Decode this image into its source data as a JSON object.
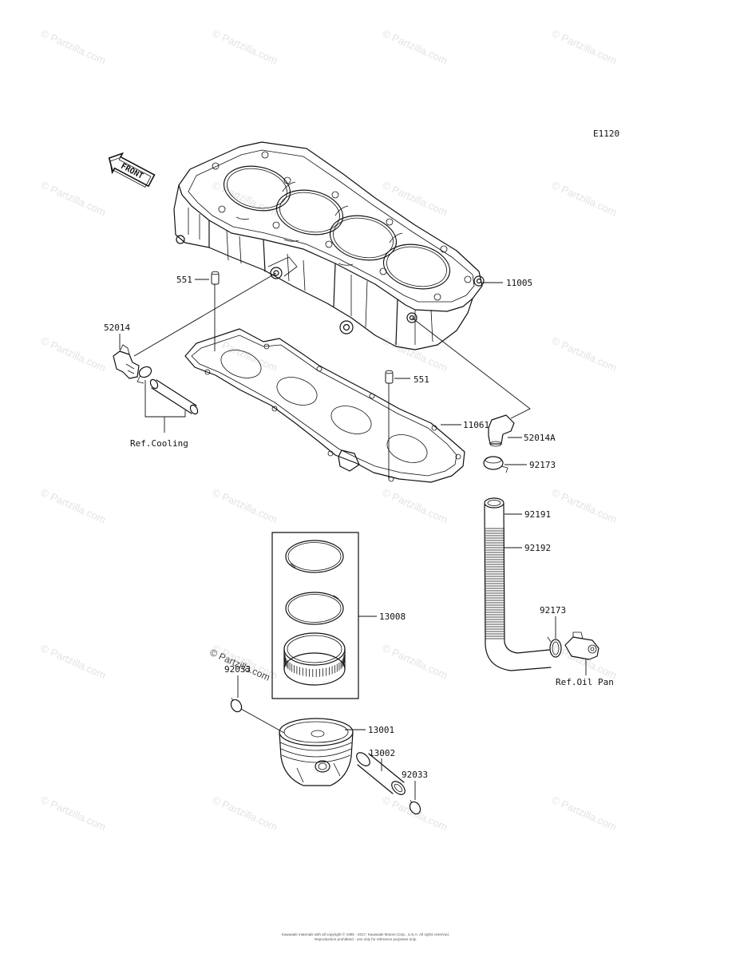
{
  "diagram_code": "E1120",
  "front_label": "FRONT",
  "watermark_text": "© Partzilla.com",
  "parts": [
    {
      "id": "p11005",
      "label": "11005"
    },
    {
      "id": "p551a",
      "label": "551"
    },
    {
      "id": "p551b",
      "label": "551"
    },
    {
      "id": "p52014",
      "label": "52014"
    },
    {
      "id": "p52014A",
      "label": "52014A"
    },
    {
      "id": "p11061",
      "label": "11061"
    },
    {
      "id": "p92173a",
      "label": "92173"
    },
    {
      "id": "p92191",
      "label": "92191"
    },
    {
      "id": "p92192",
      "label": "92192"
    },
    {
      "id": "p92173b",
      "label": "92173"
    },
    {
      "id": "p13008",
      "label": "13008"
    },
    {
      "id": "p92033a",
      "label": "92033"
    },
    {
      "id": "p13001",
      "label": "13001"
    },
    {
      "id": "p13002",
      "label": "13002"
    },
    {
      "id": "p92033b",
      "label": "92033"
    }
  ],
  "references": [
    {
      "id": "ref-cooling",
      "label": "Ref.Cooling"
    },
    {
      "id": "ref-oil-pan",
      "label": "Ref.Oil Pan"
    }
  ],
  "footer": {
    "line1": "Kawasaki materials with all copyright © 1995 - 2017, Kawasaki Motors Corp., U.S.A. All rights reserved.",
    "line2": "Reproduction prohibited - use only for reference purposes only."
  }
}
